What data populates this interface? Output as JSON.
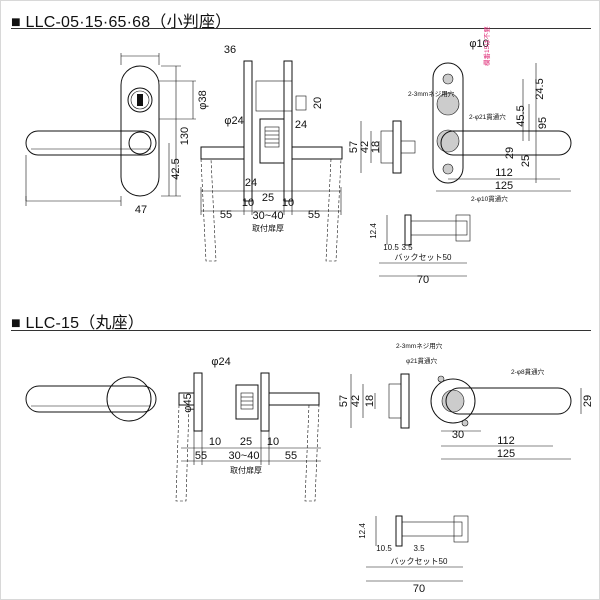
{
  "sections": [
    {
      "marker": "■",
      "title": "LLC-05·15·65·68（小判座）"
    },
    {
      "marker": "■",
      "title": "LLC-15（丸座）"
    }
  ],
  "dims_top": {
    "w36": "36",
    "h130": "130",
    "d38": "φ38",
    "h42_5": "42.5",
    "w47": "47",
    "d24": "φ24",
    "h24a": "24",
    "h20": "20",
    "h24b": "24",
    "b10": "10",
    "b25": "25",
    "b10b": "10",
    "b55a": "55",
    "b30_40": "30~40",
    "b55b": "55",
    "door": "取付扉厚",
    "h57": "57",
    "h42": "42",
    "h18": "18",
    "screw": "2-3mmネジ用穴",
    "d10": "φ10",
    "note_pink": "欄番15は不要",
    "h45_5": "45.5",
    "h24_5": "24.5",
    "h95": "95",
    "h29": "29",
    "h25": "25",
    "hole21": "2-φ21貫通穴",
    "hole10": "2-φ10貫通穴",
    "w112": "112",
    "w125": "125",
    "h12_4": "12.4",
    "b10_5": "10.5",
    "b3_5": "3.5",
    "backset": "バックセット50",
    "w70": "70"
  },
  "dims_bottom": {
    "d24": "φ24",
    "d45": "φ45",
    "b10": "10",
    "b25": "25",
    "b10b": "10",
    "b55a": "55",
    "b30_40": "30~40",
    "b55b": "55",
    "door": "取付扉厚",
    "screw": "2-3mmネジ用穴",
    "hole21": "φ21貫通穴",
    "hole8": "2-φ8貫通穴",
    "h57": "57",
    "h42": "42",
    "h18": "18",
    "w30": "30",
    "h29": "29",
    "w112": "112",
    "w125": "125",
    "h12_4": "12.4",
    "b10_5": "10.5",
    "b3_5": "3.5",
    "backset": "バックセット50",
    "w70": "70"
  },
  "colors": {
    "line": "#111111",
    "pink_note": "#e0307a",
    "title_rule": "#333333"
  }
}
